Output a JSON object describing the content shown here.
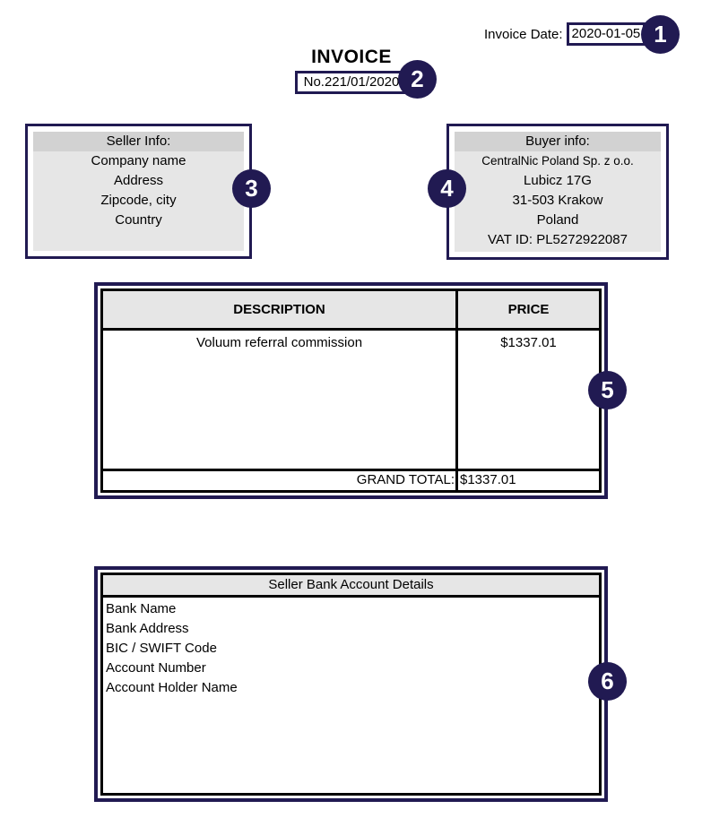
{
  "header": {
    "invoice_date_label": "Invoice Date:",
    "invoice_date_value": "2020-01-05",
    "title": "INVOICE",
    "invoice_number": "No.221/01/2020"
  },
  "seller": {
    "header": "Seller Info:",
    "lines": [
      "Company name",
      "Address",
      "Zipcode, city",
      "Country"
    ]
  },
  "buyer": {
    "header": "Buyer info:",
    "lines": [
      "CentralNic Poland Sp. z o.o.",
      "Lubicz 17G",
      "31-503 Krakow",
      "Poland",
      "VAT ID: PL5272922087"
    ]
  },
  "items_table": {
    "columns": [
      "DESCRIPTION",
      "PRICE"
    ],
    "rows": [
      {
        "description": "Voluum referral commission",
        "price": "$1337.01"
      }
    ],
    "grand_total_label": "GRAND TOTAL:",
    "grand_total_value": "$1337.01"
  },
  "bank": {
    "header": "Seller Bank Account Details",
    "lines": [
      "Bank Name",
      "Bank Address",
      "BIC / SWIFT Code",
      "Account Number",
      "Account Holder Name"
    ]
  },
  "callouts": [
    "1",
    "2",
    "3",
    "4",
    "5",
    "6"
  ],
  "colors": {
    "accent_navy": "#211a52",
    "band_gray": "#d2d2d2",
    "panel_gray": "#e6e6e6",
    "border_black": "#000000"
  }
}
